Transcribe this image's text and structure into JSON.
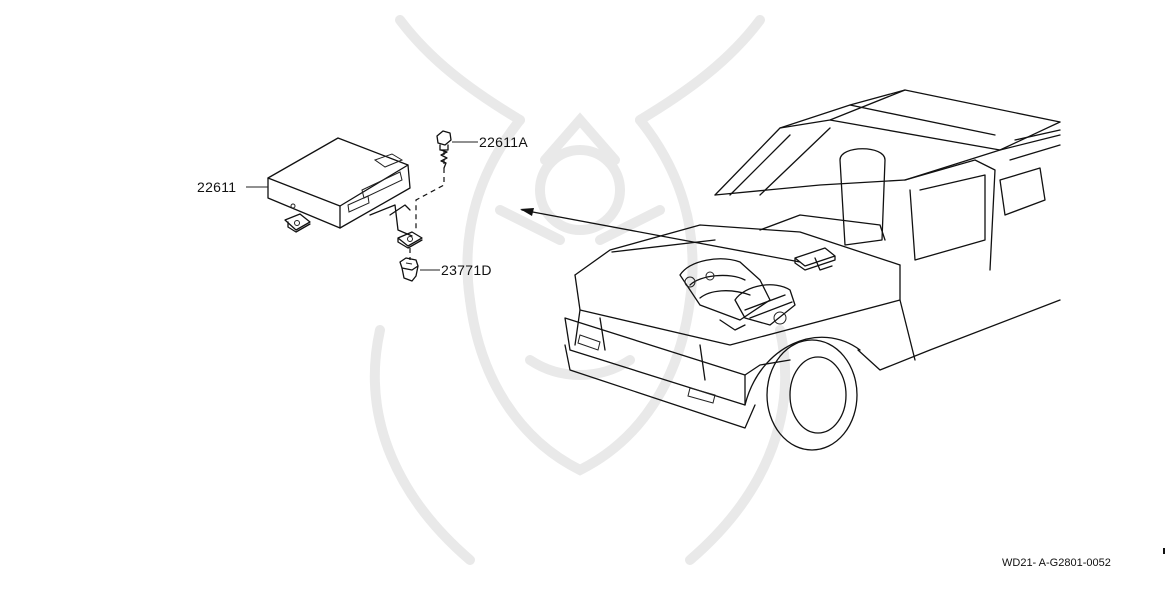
{
  "parts": [
    {
      "id": "22611",
      "label": "22611"
    },
    {
      "id": "22611A",
      "label": "22611A"
    },
    {
      "id": "23771D",
      "label": "23771D"
    }
  ],
  "diagram_code": "WD21- A-G2801-0052",
  "colors": {
    "line": "#111111",
    "watermark": "#e9e9e9",
    "background": "#ffffff"
  },
  "icons": [
    "control-unit-icon",
    "screw-icon",
    "clip-nut-icon",
    "truck-illustration",
    "samurai-watermark"
  ]
}
